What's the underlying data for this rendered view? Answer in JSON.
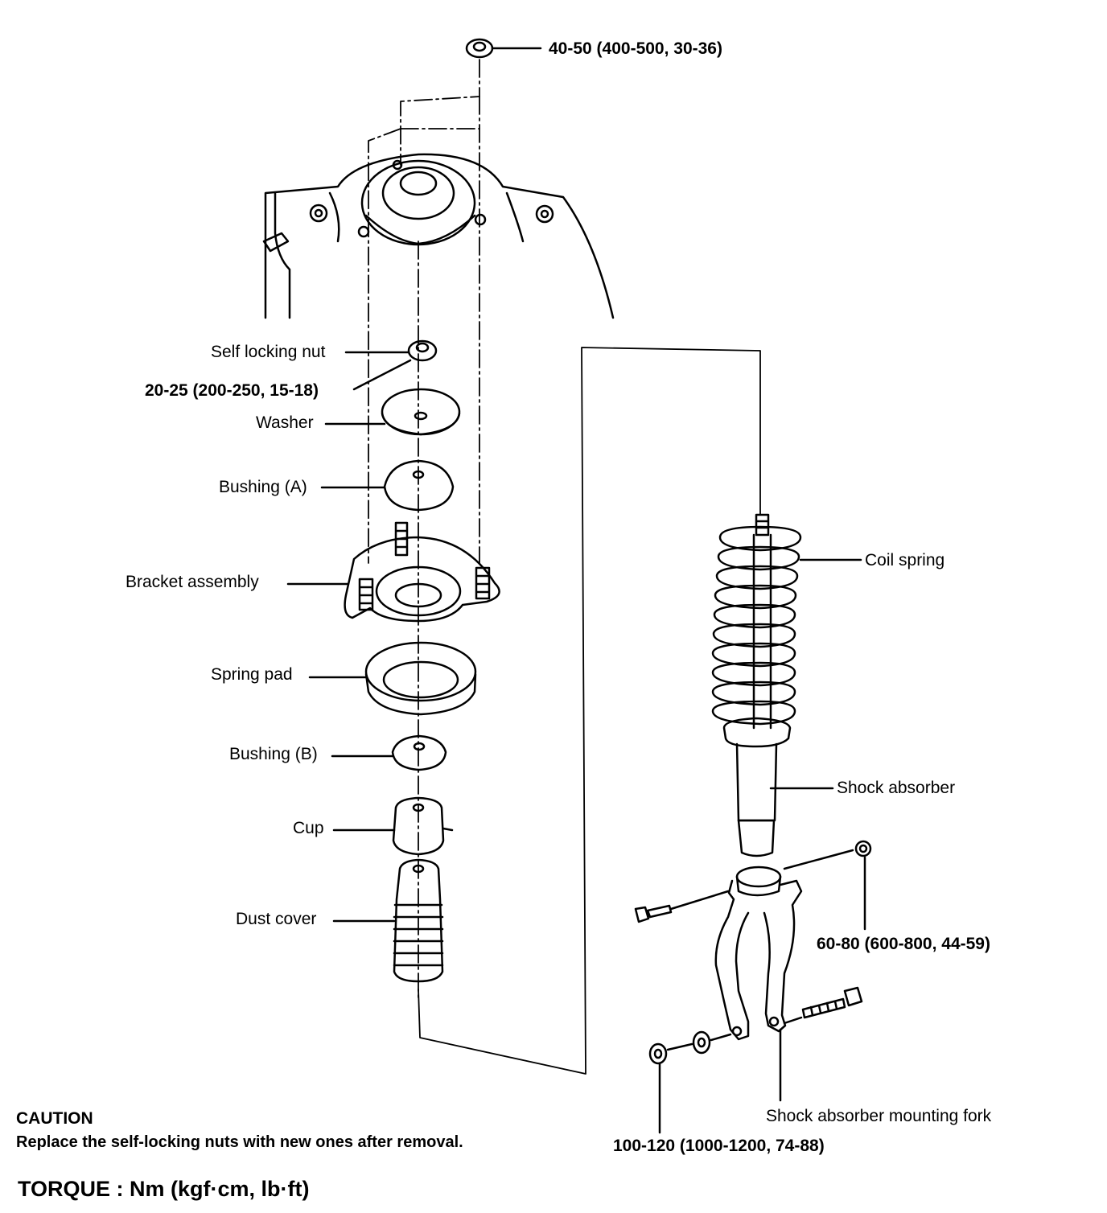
{
  "labels": {
    "top_torque": "40-50 (400-500, 30-36)",
    "self_locking_nut": "Self locking nut",
    "nut_torque": "20-25 (200-250, 15-18)",
    "washer": "Washer",
    "bushing_a": "Bushing (A)",
    "bracket_assembly": "Bracket assembly",
    "spring_pad": "Spring pad",
    "bushing_b": "Bushing (B)",
    "cup": "Cup",
    "dust_cover": "Dust cover",
    "coil_spring": "Coil spring",
    "shock_absorber": "Shock absorber",
    "fork_bolt_torque": "60-80 (600-800, 44-59)",
    "mounting_fork": "Shock absorber mounting fork",
    "lower_torque": "100-120 (1000-1200, 74-88)"
  },
  "caution": {
    "title": "CAUTION",
    "text": "Replace the self-locking nuts with new ones after removal."
  },
  "torque_units": "TORQUE : Nm (kgf·cm, lb·ft)"
}
